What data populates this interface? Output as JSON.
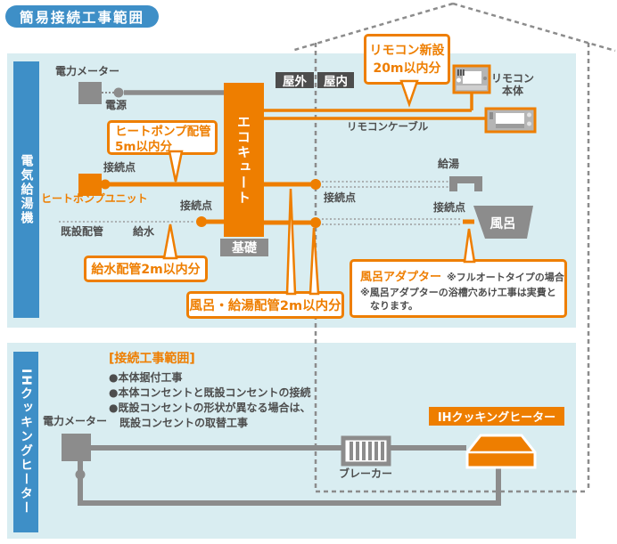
{
  "title": "簡易接続工事範囲",
  "colors": {
    "accent_orange": "#ee7e00",
    "brand_blue": "#3e8fc7",
    "panel_bg": "#d9edf1",
    "dark_gray": "#4d4d4d",
    "mid_gray": "#8c8c8c"
  },
  "house": {
    "outdoor_label": "屋外",
    "indoor_label": "屋内"
  },
  "water_heater_section": {
    "sidebar_label": "電気給湯機",
    "power_meter_label": "電力メーター",
    "power_label": "電源",
    "connection_point_label": "接続点",
    "heat_pump_unit_label": "ヒートポンプユニット",
    "existing_piping_label": "既設配管",
    "water_supply_label": "給水",
    "tank_label": "エコキュート",
    "foundation_label": "基礎",
    "hot_water_label": "給湯",
    "bath_label": "風呂",
    "remote_body_label_line1": "リモコン",
    "remote_body_label_line2": "本体",
    "remote_cable_label": "リモコンケーブル",
    "callouts": {
      "remote_new_line1": "リモコン新設",
      "remote_new_line2": "20m以内分",
      "heat_pump_piping_line1": "ヒートポンプ配管",
      "heat_pump_piping_line2": "5m以内分",
      "water_supply_piping": "給水配管2m以内分",
      "bath_hot_water_piping": "風呂・給湯配管2m以内分",
      "bath_adapter_title": "風呂アダプター",
      "bath_adapter_note1": "※フルオートタイプの場合",
      "bath_adapter_note2": "※風呂アダプターの浴槽穴あけ工事は実費と",
      "bath_adapter_note3": "なります。"
    }
  },
  "ih_section": {
    "sidebar_label": "IHクッキングヒーター",
    "scope_heading": "[接続工事範囲]",
    "scope_items": [
      "●本体据付工事",
      "●本体コンセントと既設コンセントの接続",
      "●既設コンセントの形状が異なる場合は、",
      "　既設コンセントの取替工事"
    ],
    "power_meter_label": "電力メーター",
    "breaker_label": "ブレーカー",
    "heater_label": "IHクッキングヒーター"
  }
}
